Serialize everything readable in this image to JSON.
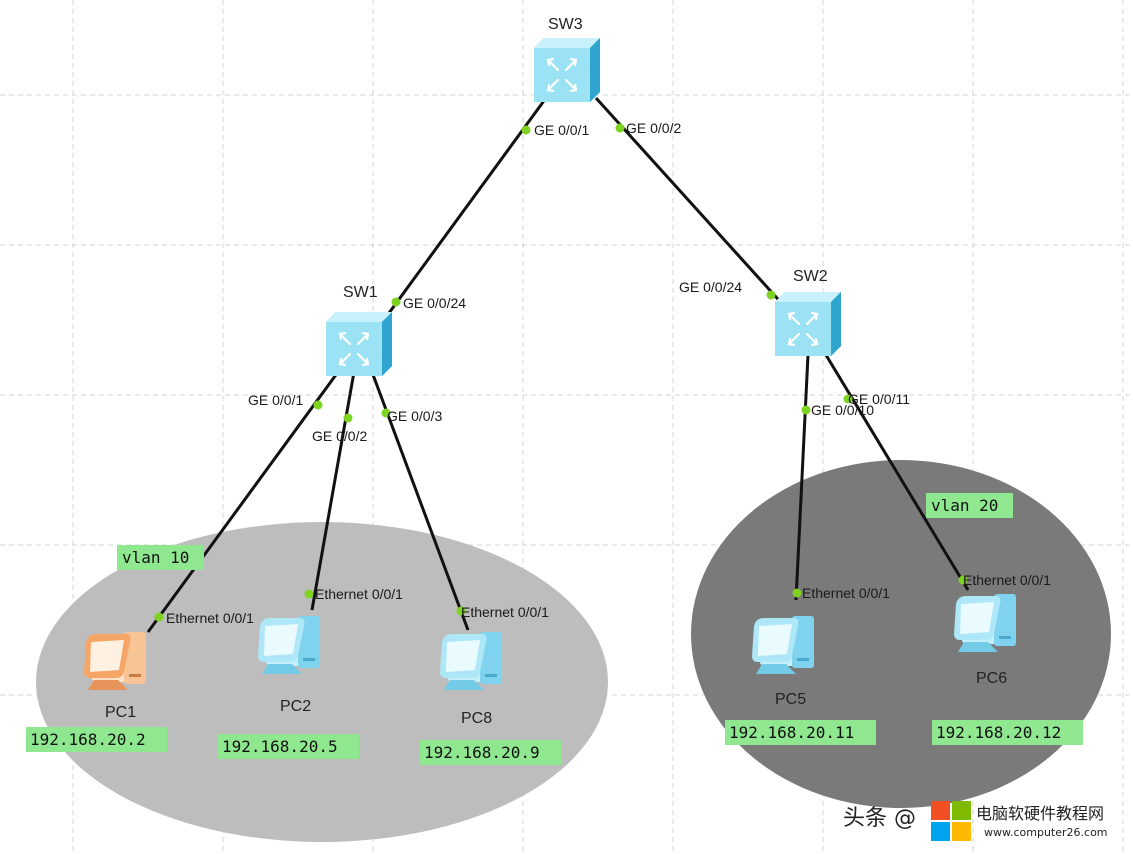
{
  "switches": {
    "sw3": {
      "name": "SW3",
      "port_sw1": "GE 0/0/1",
      "port_sw2": "GE 0/0/2"
    },
    "sw1": {
      "name": "SW1",
      "uplink": "GE 0/0/24",
      "port_pc1": "GE 0/0/1",
      "port_pc2": "GE 0/0/2",
      "port_pc8": "GE 0/0/3"
    },
    "sw2": {
      "name": "SW2",
      "uplink": "GE 0/0/24",
      "port_pc5": "GE 0/0/10",
      "port_pc6": "GE 0/0/11"
    }
  },
  "vlans": {
    "left": {
      "label": "vlan 10"
    },
    "right": {
      "label": "vlan 20"
    }
  },
  "pcs": {
    "pc1": {
      "name": "PC1",
      "port": "Ethernet 0/0/1",
      "ip": "192.168.20.2"
    },
    "pc2": {
      "name": "PC2",
      "port": "Ethernet 0/0/1",
      "ip": "192.168.20.5"
    },
    "pc8": {
      "name": "PC8",
      "port": "Ethernet 0/0/1",
      "ip": "192.168.20.9"
    },
    "pc5": {
      "name": "PC5",
      "port": "Ethernet 0/0/1",
      "ip": "192.168.20.11"
    },
    "pc6": {
      "name": "PC6",
      "port": "Ethernet 0/0/1",
      "ip": "192.168.20.12"
    }
  },
  "watermark": {
    "text": "头条 @",
    "site": "电脑软硬件教程网",
    "url": "www.computer26.com"
  },
  "colors": {
    "ip_bg": "#8fe88f",
    "port_dot": "#7ed321",
    "vlan_left": "#bdbdbd",
    "vlan_right": "#7a7a7a",
    "switch_blue": "#8fdcf2",
    "pc_blue": "#9fe3f7",
    "pc_orange": "#f6a86e"
  },
  "icons": {
    "switch": "switch-icon",
    "pc": "pc-icon"
  }
}
